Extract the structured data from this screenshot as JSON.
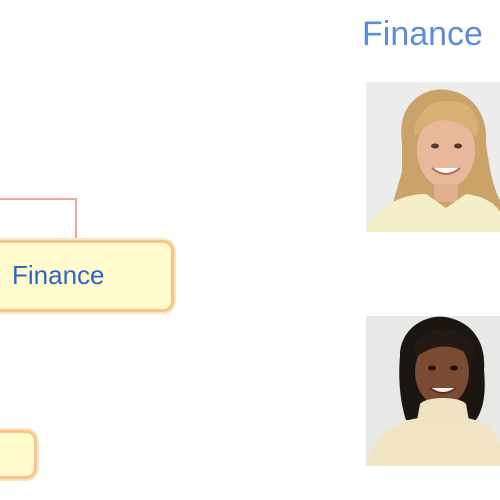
{
  "header": {
    "title": "Finance"
  },
  "nodes": [
    {
      "label": "Finance"
    },
    {
      "label": ""
    }
  ],
  "photos": [
    {
      "description_icon": "person-photo-1"
    },
    {
      "description_icon": "person-photo-2"
    }
  ],
  "colors": {
    "title": "#5b8ed6",
    "node_text": "#2e66c4",
    "node_fill": "#fffbcd",
    "node_border": "#f7c489",
    "connector": "#f2a898"
  }
}
